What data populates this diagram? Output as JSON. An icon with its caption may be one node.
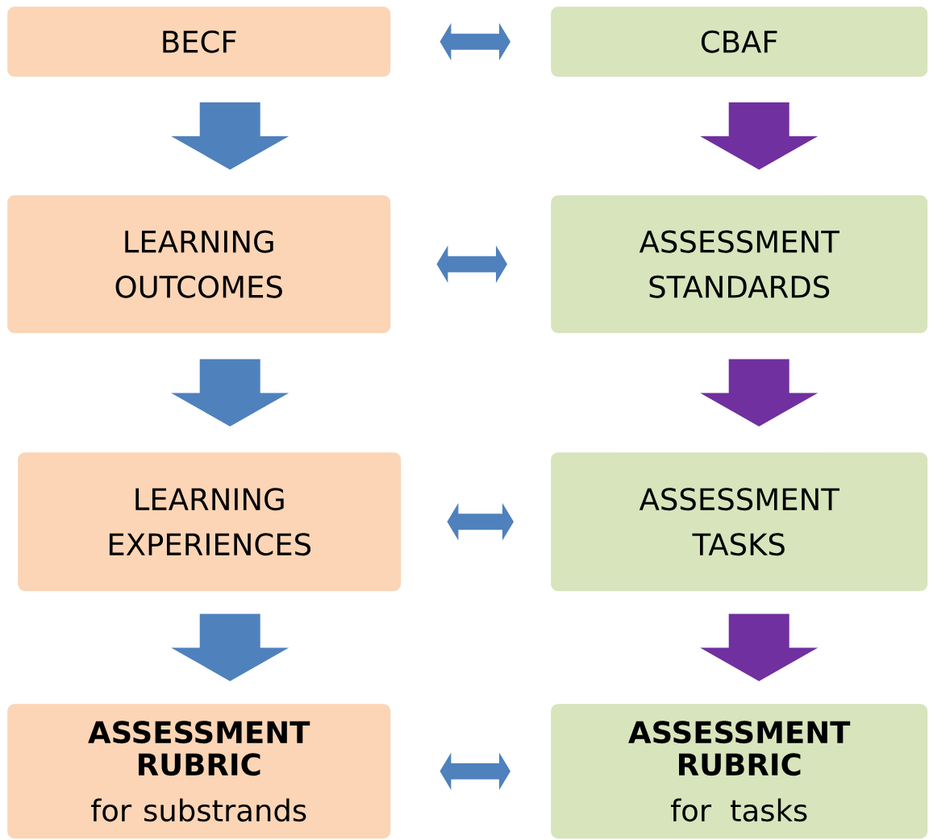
{
  "diagram": {
    "nodes": [
      {
        "text": [
          "BECF"
        ]
      },
      {
        "text": [
          "CBAF"
        ]
      },
      {
        "text": [
          "LEARNING OUTCOMES"
        ]
      },
      {
        "text": [
          "ASSESSMENT STANDARDS"
        ]
      },
      {
        "text": [
          "LEARNING EXPERIENCES"
        ]
      },
      {
        "text": [
          "ASSESSMENT TASKS"
        ]
      },
      {
        "text": [
          "ASSESSMENT RUBRIC",
          "for substrands"
        ]
      },
      {
        "text": [
          "ASSESSMENT RUBRIC",
          "for tasks"
        ]
      }
    ],
    "edges": [
      {
        "from": 0,
        "to": 1,
        "arrow": "both"
      },
      {
        "from": 0,
        "to": 2,
        "arrow": "to"
      },
      {
        "from": 1,
        "to": 3,
        "arrow": "to",
        "color": "#7030a0"
      },
      {
        "from": 2,
        "to": 3,
        "arrow": "both"
      },
      {
        "from": 2,
        "to": 4,
        "arrow": "to"
      },
      {
        "from": 3,
        "to": 5,
        "arrow": "to",
        "color": "#7030a0"
      },
      {
        "from": 4,
        "to": 5,
        "arrow": "both"
      },
      {
        "from": 4,
        "to": 6,
        "arrow": "to"
      },
      {
        "from": 5,
        "to": 7,
        "arrow": "to",
        "color": "#7030a0"
      },
      {
        "from": 6,
        "to": 7,
        "arrow": "both"
      }
    ]
  }
}
